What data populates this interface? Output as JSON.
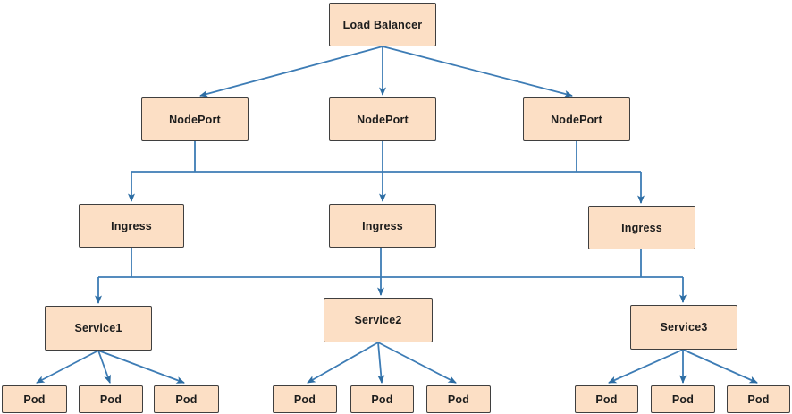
{
  "nodes": {
    "load_balancer": {
      "label": "Load Balancer"
    },
    "nodeport": {
      "label": "NodePort"
    },
    "ingress": {
      "label": "Ingress"
    },
    "service1": {
      "label": "Service1"
    },
    "service2": {
      "label": "Service2"
    },
    "service3": {
      "label": "Service3"
    },
    "pod": {
      "label": "Pod"
    }
  },
  "counts": {
    "load_balancer": 1,
    "nodeport": 3,
    "ingress": 3,
    "service": 3,
    "pod": 9
  },
  "connections": [
    "Load Balancer → NodePort ×3 (fan, arrows)",
    "NodePort ×3 → shared horizontal bus → Ingress ×3 (arrows)",
    "Ingress ×3 → shared horizontal bus → Service1 / Service2 / Service3 (arrows)",
    "Service1 → Pod ×3 (fan, arrows)",
    "Service2 → Pod ×3 (fan, arrows)",
    "Service3 → Pod ×3 (fan, arrows)"
  ],
  "colors": {
    "node_fill": "#fcdfc5",
    "node_border": "#3f3f3f",
    "connector": "#3d7cb5",
    "arrowhead": "#2d6da3",
    "label_text": "#1c1c1c",
    "background": "#ffffff"
  }
}
